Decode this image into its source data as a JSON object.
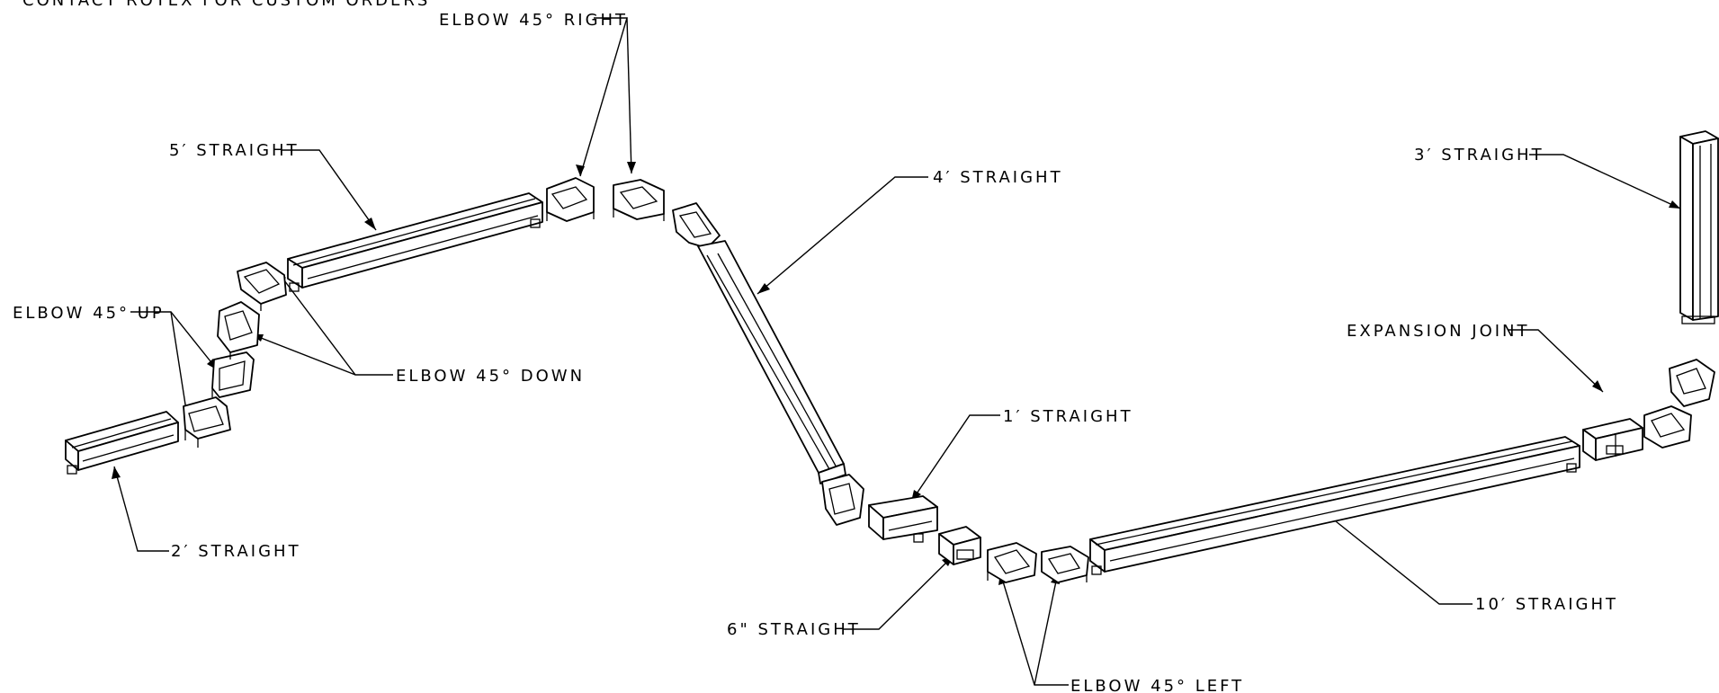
{
  "colors": {
    "ink": "#000000",
    "paper": "#ffffff"
  },
  "header_note": "CONTACT ROTEX FOR CUSTOM ORDERS",
  "labels": {
    "elbow_right": "ELBOW 45° RIGHT",
    "five_ft": "5′ STRAIGHT",
    "four_ft": "4′ STRAIGHT",
    "three_ft": "3′ STRAIGHT",
    "elbow_up": "ELBOW 45° UP",
    "elbow_down": "ELBOW 45° DOWN",
    "expansion": "EXPANSION JOINT",
    "one_ft": "1′ STRAIGHT",
    "two_ft": "2′ STRAIGHT",
    "six_in": "6\" STRAIGHT",
    "ten_ft": "10′ STRAIGHT",
    "elbow_left": "ELBOW 45° LEFT"
  }
}
